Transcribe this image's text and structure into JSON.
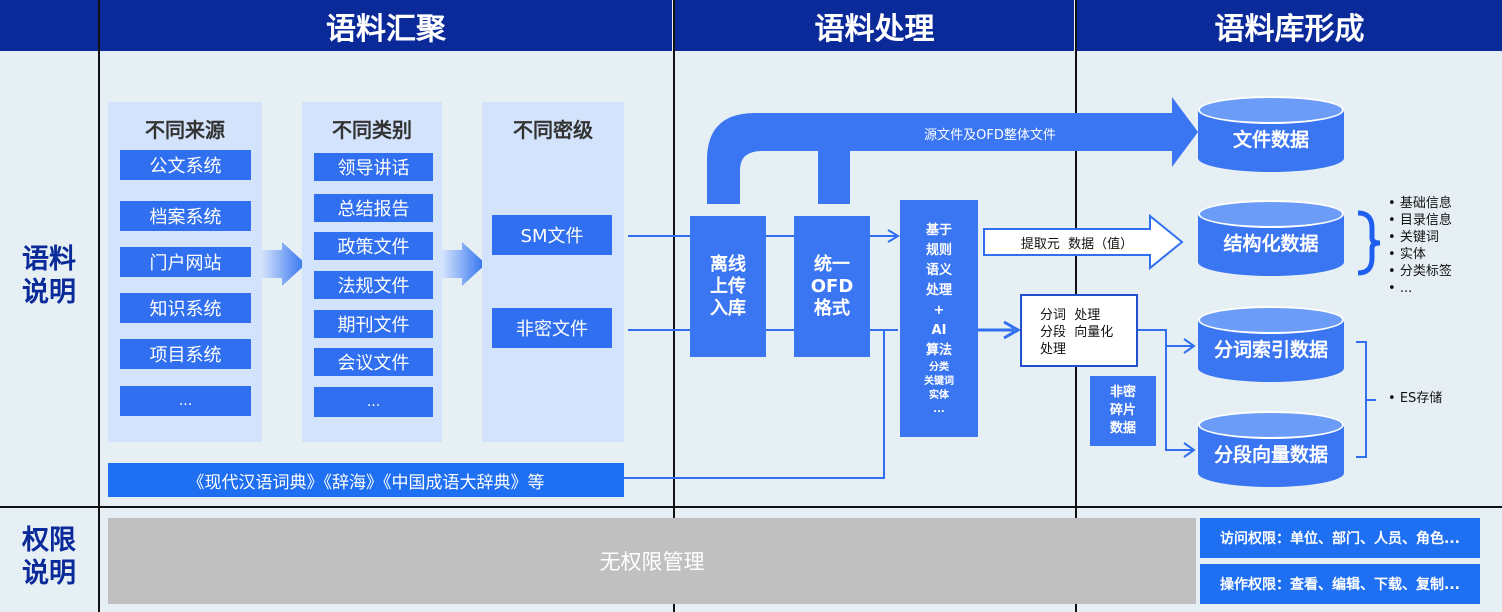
{
  "headers": {
    "collect": "语料汇聚",
    "process": "语料处理",
    "form": "语料库形成"
  },
  "side": {
    "corpus_l1": "语料",
    "corpus_l2": "说明",
    "perm_l1": "权限",
    "perm_l2": "说明"
  },
  "sources": {
    "title": "不同来源",
    "items": [
      "公文系统",
      "档案系统",
      "门户网站",
      "知识系统",
      "项目系统",
      "..."
    ]
  },
  "categories": {
    "title": "不同类别",
    "items": [
      "领导讲话",
      "总结报告",
      "政策文件",
      "法规文件",
      "期刊文件",
      "会议文件",
      "..."
    ]
  },
  "secrecy": {
    "title": "不同密级",
    "items": [
      "SM文件",
      "非密文件"
    ]
  },
  "dictionaries": "《现代汉语词典》《辞海》《中国成语大辞典》等",
  "process": {
    "upload": [
      "离线",
      "上传",
      "入库"
    ],
    "ofd": [
      "统一",
      "OFD",
      "格式"
    ],
    "rules": [
      "基于",
      "规则",
      "语义",
      "处理",
      "+",
      "AI",
      "算法"
    ],
    "rules_small": [
      "分类",
      "关键词",
      "实体",
      "..."
    ],
    "top_arrow": "源文件及OFD整体文件",
    "meta_arrow": "提取元  数据（值）",
    "seg_box": [
      "分词  处理",
      "分段  向量化",
      "处理"
    ],
    "fragment": [
      "非密",
      "碎片",
      "数据"
    ]
  },
  "stores": {
    "file": "文件数据",
    "structured": "结构化数据",
    "index": "分词索引数据",
    "vector": "分段向量数据"
  },
  "structured_bullets": [
    "基础信息",
    "目录信息",
    "关键词",
    "实体",
    "分类标签",
    "..."
  ],
  "es_bullet": "ES存储",
  "permissions": {
    "none": "无权限管理",
    "access": "访问权限：单位、部门、人员、角色...",
    "operate": "操作权限：查看、编辑、下载、复制..."
  }
}
